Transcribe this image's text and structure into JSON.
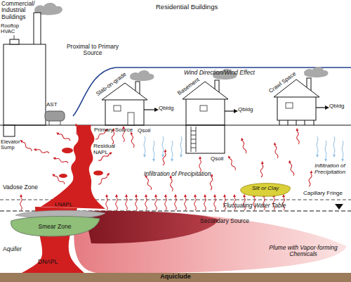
{
  "diagram": {
    "nodes": [
      {
        "text": [
          "Silt or Clay"
        ]
      },
      {
        "text": [
          "Smear Zone"
        ]
      },
      {
        "text": [
          "Plume with Vapor-forming Chemicals"
        ]
      },
      {
        "text": [
          "Aquiclude"
        ]
      }
    ],
    "labels": [
      "Commercial/ Industrial Buildings",
      "Residential Buildings",
      "Rooftop HVAC",
      "Proximal to Primary Source",
      "Wind Direction/Wind Effect",
      "AST",
      "Slab-on-grade",
      "Qbldg",
      "Basement",
      "Qbldg",
      "Crawl Space",
      "Qbldg",
      "Elevator Sump",
      "Primary Source",
      "Qsoil",
      "Residual NAPL",
      "Qsoil",
      "Vadose Zone",
      "Infiltration of Precipitation",
      "Infiltration of Precipitation",
      "Capillary Fringe",
      "LNAPL",
      "Fluctuating Water Table",
      "Secondary Source",
      "Aquifer",
      "DNAPL"
    ]
  }
}
